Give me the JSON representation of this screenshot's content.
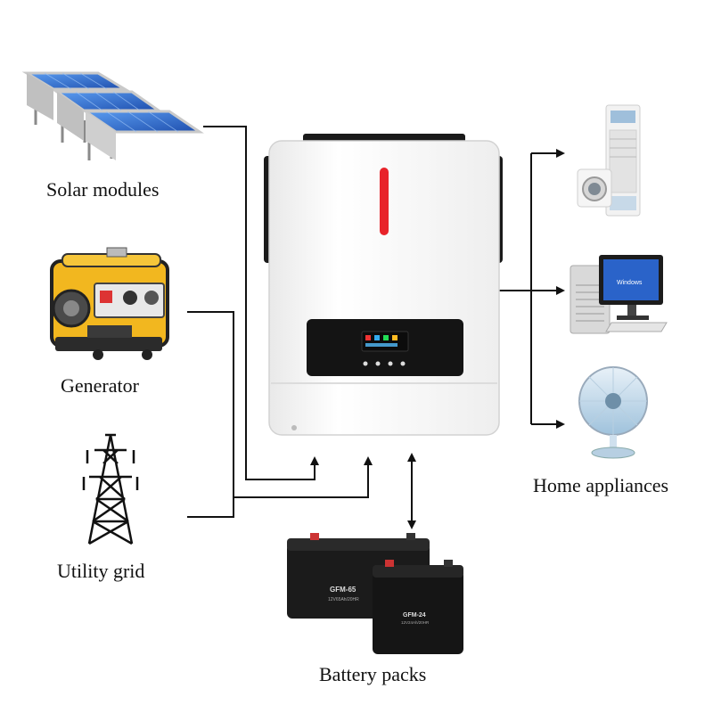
{
  "labels": {
    "solar": "Solar modules",
    "generator": "Generator",
    "grid": "Utility grid",
    "appliances": "Home appliances",
    "battery": "Battery packs"
  },
  "battery_text": {
    "large_model": "GFM-65",
    "large_spec": "12V65Ah/20HR",
    "small_model": "GFM-24",
    "small_spec": "12V24Ah/20HR"
  },
  "monitor_text": "Windows",
  "colors": {
    "line": "#111111",
    "inverter_body": "#f4f4f4",
    "inverter_led": "#e8232a",
    "panel_blue": "#2f6fd6",
    "generator_yellow": "#f2b71f",
    "battery_black": "#1b1b1b"
  }
}
